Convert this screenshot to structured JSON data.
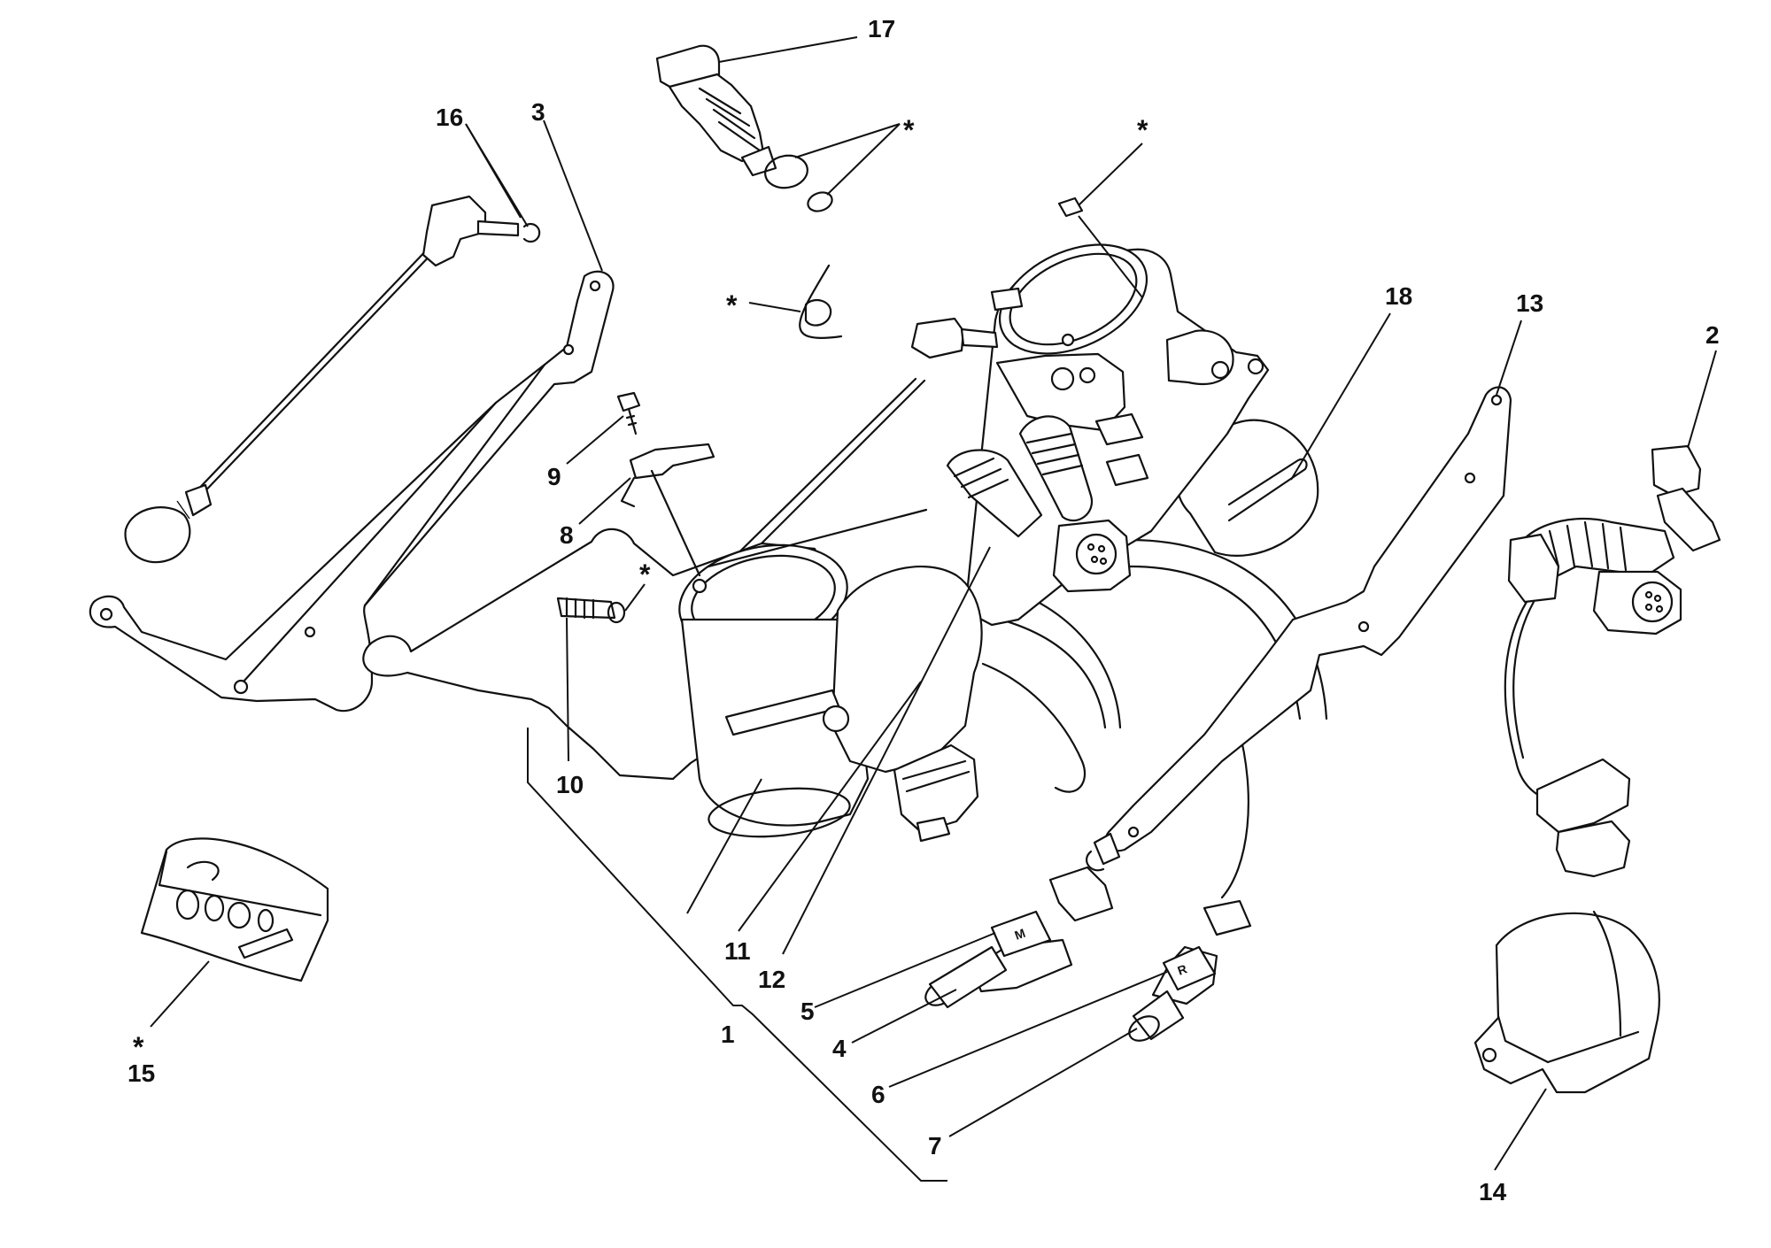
{
  "callouts": {
    "c1": "1",
    "c2": "2",
    "c3": "3",
    "c4": "4",
    "c5": "5",
    "c6": "6",
    "c7": "7",
    "c8": "8",
    "c9": "9",
    "c10": "10",
    "c11": "11",
    "c12": "12",
    "c13": "13",
    "c14": "14",
    "c15": "15",
    "c16": "16",
    "c17": "17",
    "c18": "18"
  },
  "asterisk": "*",
  "hose_marks": {
    "left": "M",
    "right": "R"
  }
}
